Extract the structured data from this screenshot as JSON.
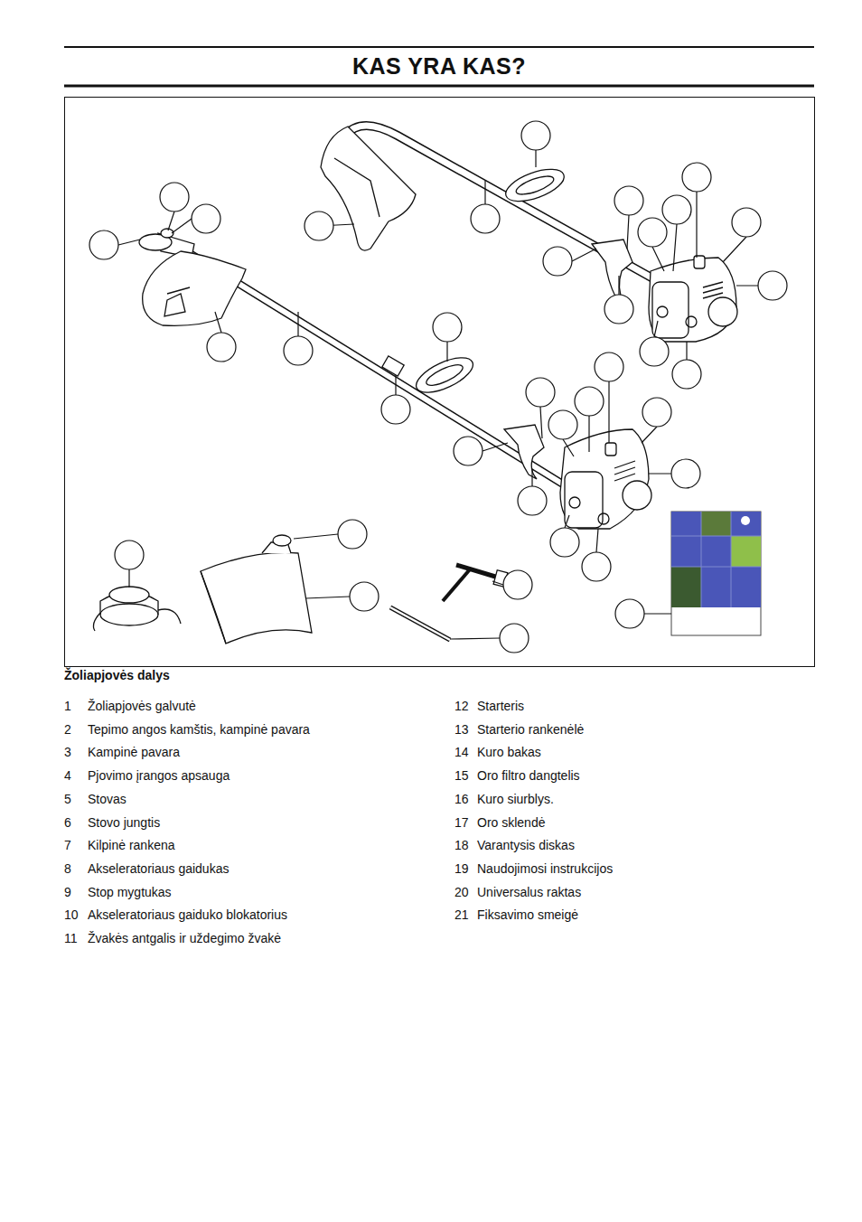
{
  "diagram": {
    "title": "KAS YRA KAS?",
    "labels": [
      "Žoliapjovės dalys",
      "1",
      "Žoliapjovės galvutė",
      "2",
      "Tepimo angos kamštis, kampinė pavara",
      "3",
      "Kampinė pavara",
      "4",
      "Pjovimo įrangos apsauga",
      "5",
      "Stovas",
      "6",
      "Stovo jungtis",
      "7",
      "Kilpinė rankena",
      "8",
      "Akseleratoriaus gaidukas",
      "9",
      "Stop mygtukas",
      "10",
      "Akseleratoriaus gaiduko blokatorius",
      "11",
      "Žvakės antgalis ir uždegimo žvakė",
      "12",
      "Starteris",
      "13",
      "Starterio rankenėlė",
      "14",
      "Kuro bakas",
      "15",
      "Oro filtro dangtelis",
      "16",
      "Kuro siurblys.",
      "17",
      "Oro sklendė",
      "18",
      "Varantysis diskas",
      "19",
      "Naudojimosi instrukcijos",
      "20",
      "Universalus raktas",
      "21",
      "Fiksavimo smeigė"
    ]
  }
}
